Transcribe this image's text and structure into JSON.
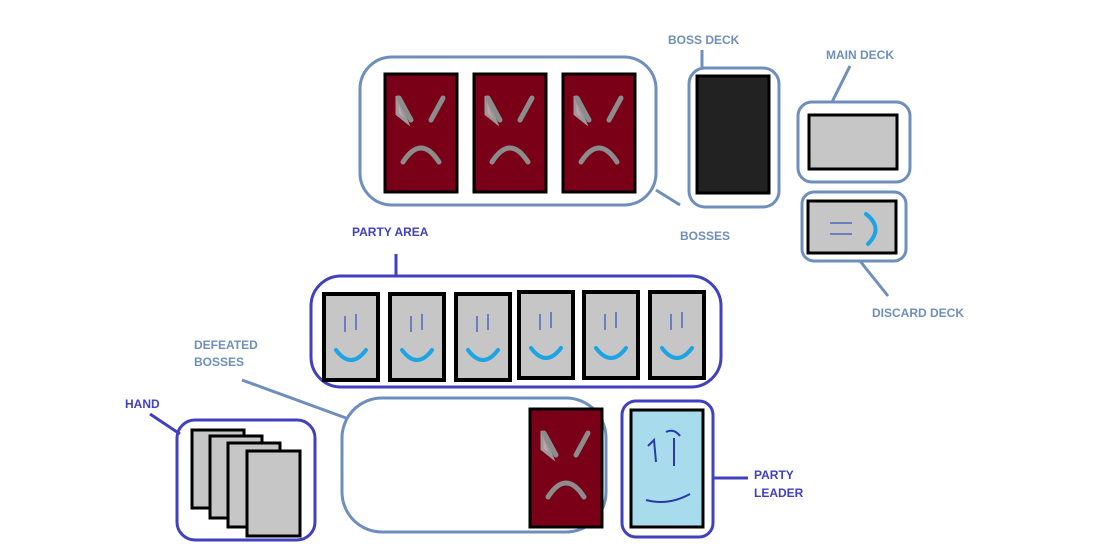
{
  "labels": {
    "boss_deck": "BOSS DECK",
    "main_deck": "MAIN DECK",
    "bosses": "BOSSES",
    "discard_deck": "DISCARD DECK",
    "party_area": "PARTY AREA",
    "defeated_bosses_line1": "DEFEATED",
    "defeated_bosses_line2": "BOSSES",
    "hand": "HAND",
    "party_leader_line1": "PARTY",
    "party_leader_line2": "LEADER"
  },
  "zones": {
    "bosses": {
      "card_count": 3,
      "card_type": "angry-boss-face"
    },
    "party_area": {
      "card_count": 6,
      "card_type": "smiley-party-face"
    },
    "defeated_bosses": {
      "card_count": 1
    },
    "hand": {
      "card_count": 4
    }
  },
  "colors": {
    "steel_outline": "#6e8fbd",
    "royal_outline": "#4040c0",
    "boss_card": "#7a0018",
    "boss_deck": "#222222",
    "gray_card": "#c6c6c6",
    "leader_card": "#a8dcec",
    "smile_blue": "#1ca4e4"
  }
}
